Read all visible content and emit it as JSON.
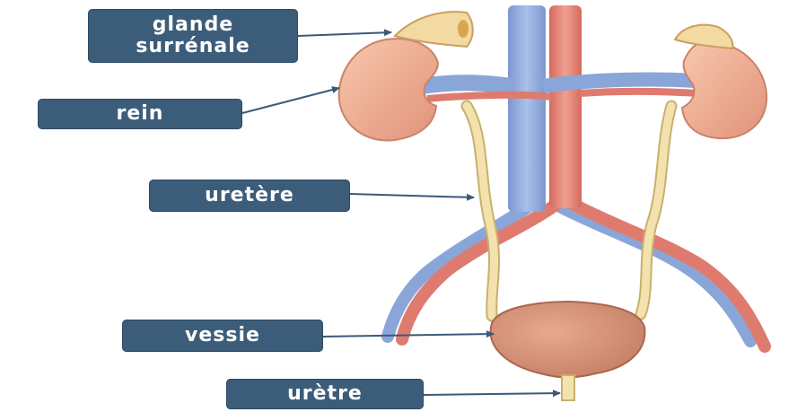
{
  "labels": {
    "glande_line1": "glande",
    "glande_line2": "surrénale",
    "rein": "rein",
    "uretere": "uretère",
    "vessie": "vessie",
    "uretre": "urètre"
  },
  "colors": {
    "label_bg": "#3c5d7a",
    "label_text": "#ffffff",
    "arrow": "#3a5a78",
    "kidney": "#f1ae90",
    "vena_cava": "#8aa6d8",
    "aorta": "#df7b6e",
    "ureter": "#f3e2ad",
    "bladder": "#d28c72",
    "adrenal": "#f3d9a2"
  }
}
